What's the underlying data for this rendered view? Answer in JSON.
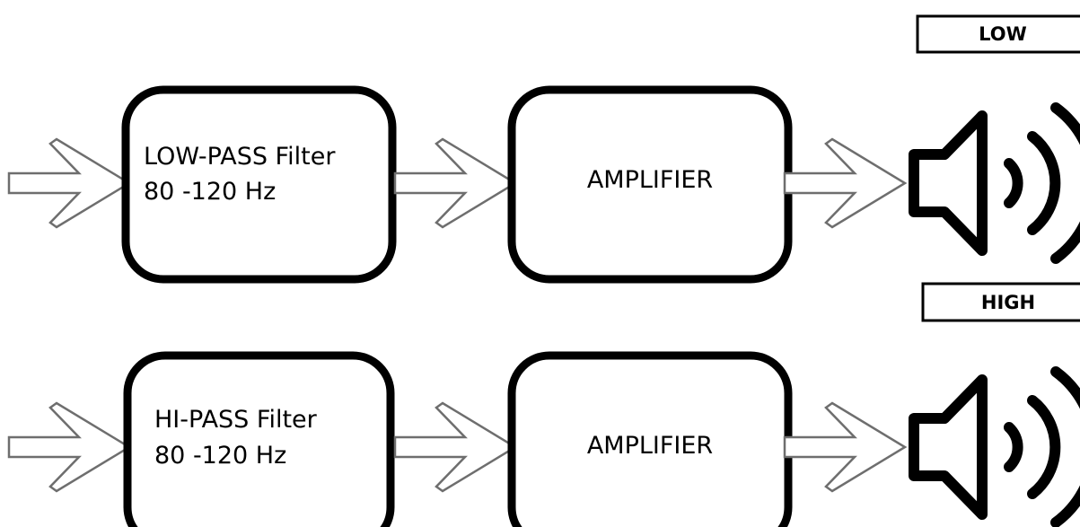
{
  "rows": [
    {
      "id": "low",
      "tag": "LOW",
      "filter": {
        "line1": "LOW-PASS Filter",
        "line2": "80 -120 Hz"
      },
      "amplifier": "AMPLIFIER",
      "speaker_icon": "speaker-icon"
    },
    {
      "id": "high",
      "tag": "HIGH",
      "filter": {
        "line1": "HI-PASS Filter",
        "line2": "80 -120 Hz"
      },
      "amplifier": "AMPLIFIER",
      "speaker_icon": "speaker-icon"
    }
  ],
  "colors": {
    "box_stroke": "#000000",
    "arrow_stroke": "#6e6e6e",
    "background": "#ffffff"
  }
}
